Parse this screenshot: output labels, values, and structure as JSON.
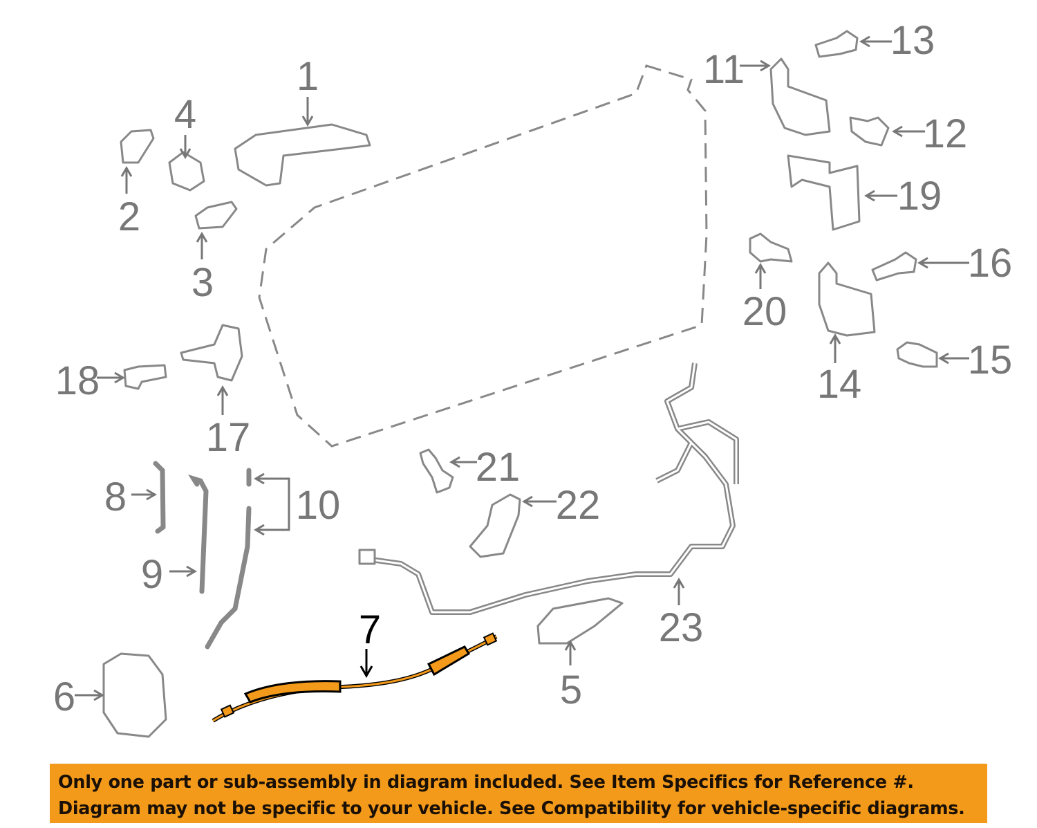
{
  "callouts": {
    "c1": "1",
    "c2": "2",
    "c3": "3",
    "c4": "4",
    "c5": "5",
    "c6": "6",
    "c7": "7",
    "c8": "8",
    "c9": "9",
    "c10": "10",
    "c11": "11",
    "c12": "12",
    "c13": "13",
    "c14": "14",
    "c15": "15",
    "c16": "16",
    "c17": "17",
    "c18": "18",
    "c19": "19",
    "c20": "20",
    "c21": "21",
    "c22": "22",
    "c23": "23"
  },
  "highlighted_part": "7",
  "colors": {
    "highlight": "#f39a1b",
    "parts": "#888888",
    "banner": "#f39a1b"
  },
  "banner": {
    "line1": "Only one part or sub-assembly in diagram included. See Item Specifics for Reference #.",
    "line2": "Diagram may not be specific to your vehicle. See Compatibility for vehicle-specific diagrams."
  }
}
